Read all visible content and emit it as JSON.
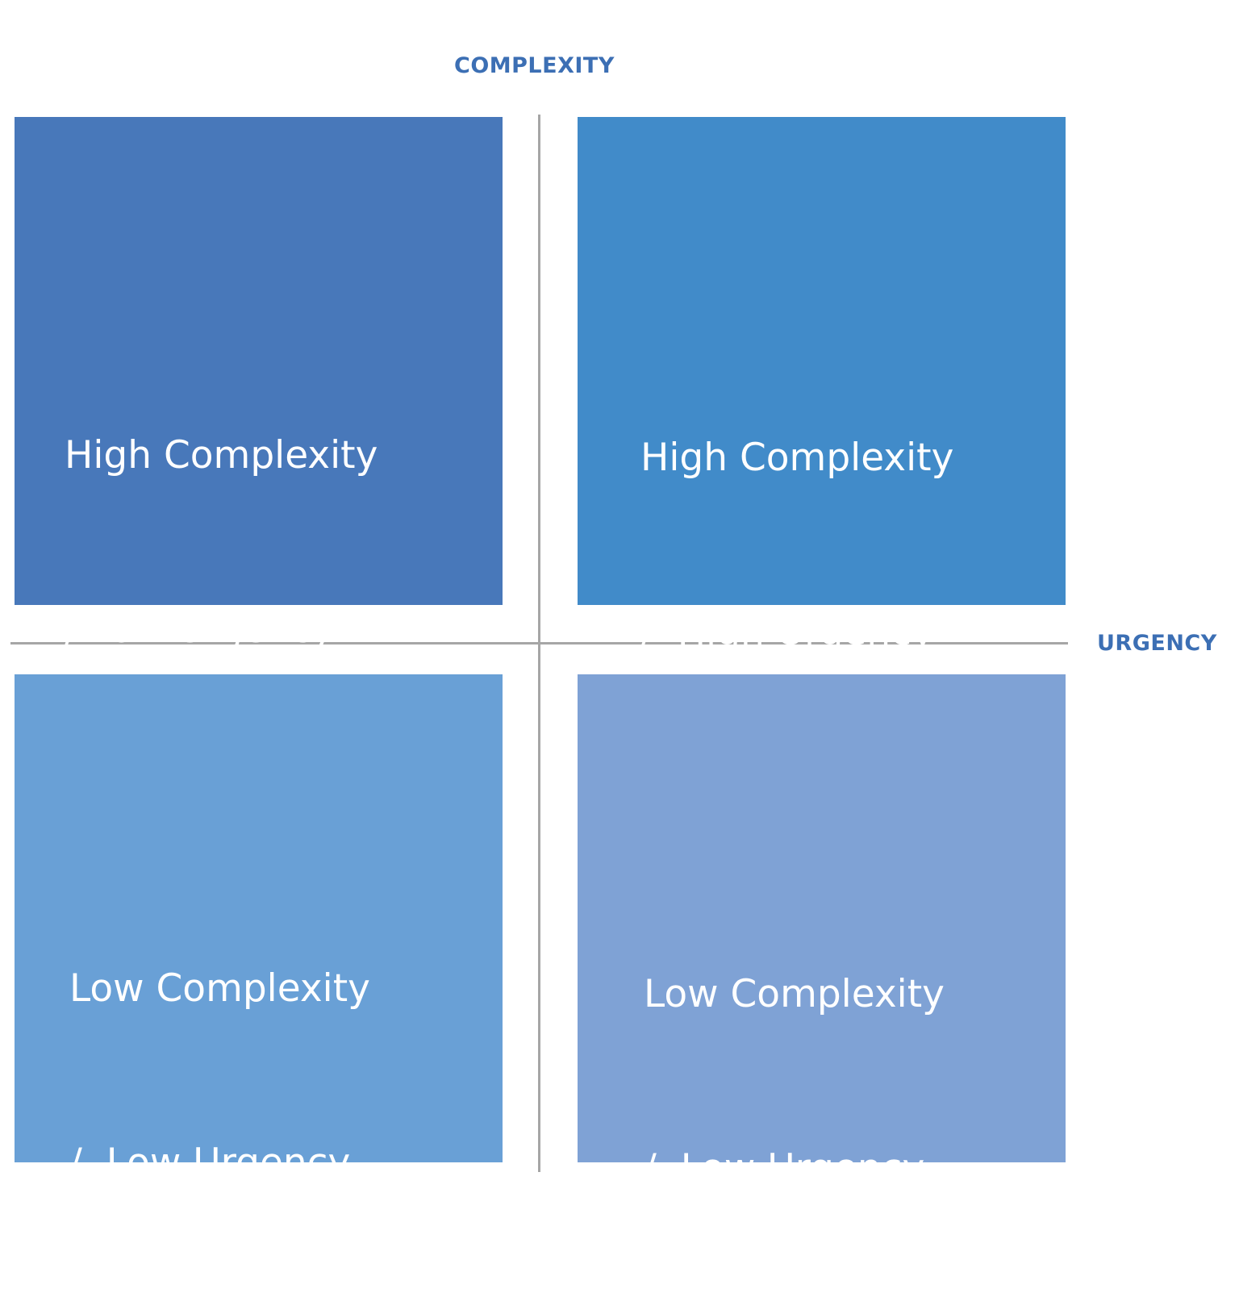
{
  "axes": {
    "vertical_label": "COMPLEXITY",
    "horizontal_label": "URGENCY",
    "label_color": "#3c6fb4",
    "line_color": "#a6a6a6"
  },
  "quadrants": [
    {
      "id": "top-left",
      "line1": "High Complexity",
      "line2": "/ Low Urgency",
      "color": "#4878ba"
    },
    {
      "id": "top-right",
      "line1": "High Complexity",
      "line2": "/  High Urgency",
      "color": "#418bc9"
    },
    {
      "id": "bottom-left",
      "line1": "Low Complexity",
      "line2": "/  Low Urgency",
      "color": "#69a0d6"
    },
    {
      "id": "bottom-right",
      "line1": "Low Complexity",
      "line2": "/  Low Urgency",
      "color": "#7fa2d5"
    }
  ]
}
